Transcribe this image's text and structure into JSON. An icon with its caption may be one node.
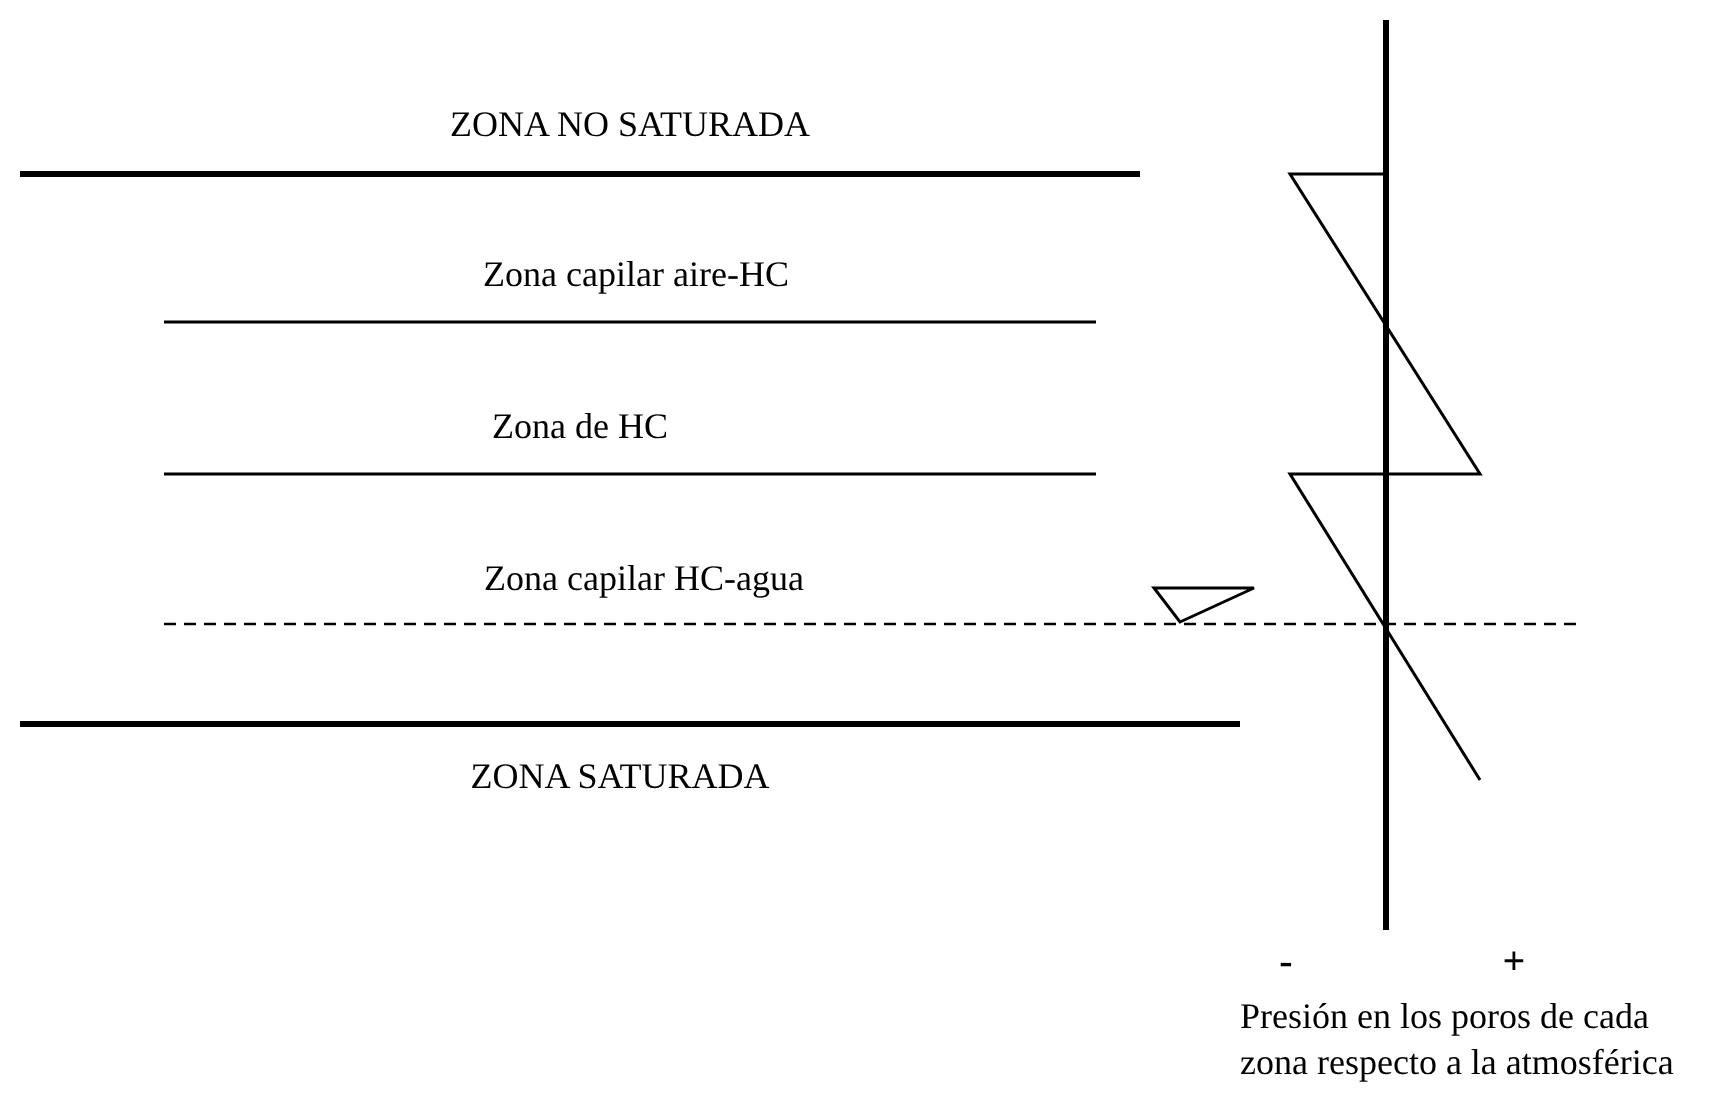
{
  "diagram": {
    "caption": "Presión en los poros de cada zona respecto a la atmosférica",
    "labels": [
      "ZONA NO SATURADA",
      "Zona capilar aire-HC",
      "Zona de HC",
      "Zona capilar HC-agua",
      "ZONA SATURADA",
      "-",
      "+"
    ]
  }
}
